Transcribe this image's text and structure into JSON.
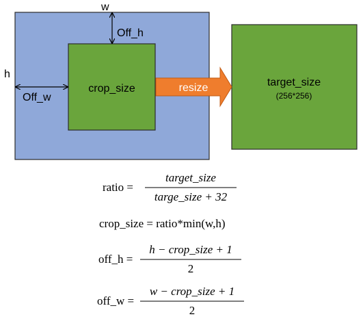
{
  "diagram": {
    "labels": {
      "w": "w",
      "h": "h",
      "off_h": "Off_h",
      "off_w": "Off_w",
      "crop": "crop_size",
      "resize": "resize",
      "target": "target_size",
      "target_dims": "(256*256)"
    },
    "colors": {
      "outer_fill": "#8fa8d9",
      "crop_fill": "#6aa53c",
      "target_fill": "#6aa53c",
      "arrow_fill": "#ef7d2d",
      "border": "#2b2b2b"
    }
  },
  "formulas": {
    "ratio": {
      "lhs": "ratio = ",
      "num": "target_size",
      "den": "targe_size + 32"
    },
    "crop_size": {
      "text": "crop_size = ratio*min(w,h)"
    },
    "off_h": {
      "lhs": "off_h = ",
      "num": "h − crop_size + 1",
      "den": "2"
    },
    "off_w": {
      "lhs": "off_w = ",
      "num": "w − crop_size + 1",
      "den": "2"
    }
  }
}
